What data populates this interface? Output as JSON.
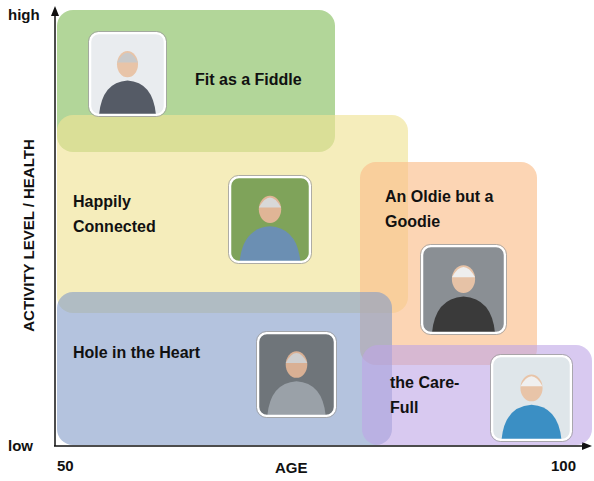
{
  "diagram": {
    "nodes": [
      {
        "text": [
          "Fit as a Fiddle"
        ]
      },
      {
        "text": [
          "Happily Connected"
        ]
      },
      {
        "text": [
          "An Oldie but a Goodie"
        ]
      },
      {
        "text": [
          "Hole in the Heart"
        ]
      },
      {
        "text": [
          "the Care-Full"
        ]
      }
    ],
    "labels": [
      "high",
      "low",
      "50",
      "100",
      "AGE",
      "ACTIVITY LEVEL / HEALTH"
    ]
  }
}
